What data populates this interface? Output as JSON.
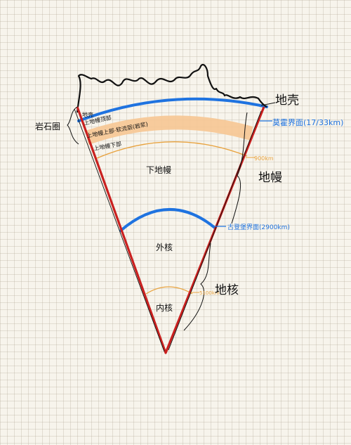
{
  "labels": {
    "crust": "地壳",
    "lithosphere": "岩石圈",
    "crust_inner": "地壳",
    "upper_mantle_top": "上地幔顶部",
    "upper_mantle_upper": "上地幔上部·软流层(岩浆)",
    "upper_mantle_lower": "上地幔下部",
    "lower_mantle": "下地幔",
    "mantle": "地幔",
    "outer_core": "外核",
    "inner_core": "内核",
    "core": "地核",
    "moho": "莫霍界面(17/33km)",
    "gutenberg": "古登堡界面(2900km)",
    "depth_900": "900km",
    "depth_5100": "5100km"
  },
  "colors": {
    "wedge": "#c9201f",
    "interface": "#1f73e0",
    "asthenosphere": "#f6c793",
    "depth_line": "#e8a340",
    "ink": "#111111"
  }
}
